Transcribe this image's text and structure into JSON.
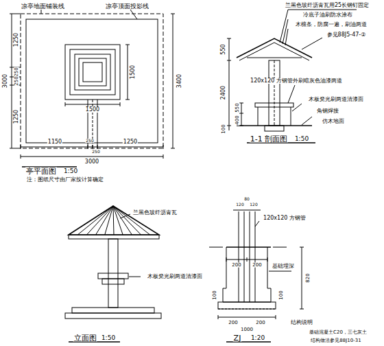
{
  "diagram": {
    "labels": [
      "凉亭地面铺装线",
      "凉亭顶面投影线",
      "1250",
      "250",
      "250",
      "1250",
      "3000",
      "1500",
      "1500",
      "3400",
      "1150",
      "250",
      "250",
      "1250",
      "3000",
      "亭平面图",
      "1:50",
      "注：图纸尺寸由厂家按计算确定",
      "兰黑色玻纤沥青瓦用25长钢钉固定",
      "冷底子油刷防水涂布",
      "木檩条，防腐一遍，刷油两道",
      "参见88J5-47-②",
      "120x120 方钢管外刷暗灰色油漆两道",
      "木板凳光刷两道清漆面",
      "角钢焊接",
      "仿木地面",
      "550",
      "2400",
      "400",
      "550",
      "100",
      "1-1 剖面图",
      "1:50",
      "兰黑色玻纤沥青瓦",
      "木板凳光刷两道清漆面",
      "立面图",
      "1:50",
      "120",
      "80",
      "120",
      "120x120 方钢管",
      "200",
      "200",
      "820",
      "基础埋深",
      "100",
      "200",
      "200",
      "100",
      "1000",
      "ZJ",
      "1:20",
      "结构说明",
      "基础混凝土C20，三七灰土",
      "结构做法参见88J10-31"
    ]
  }
}
